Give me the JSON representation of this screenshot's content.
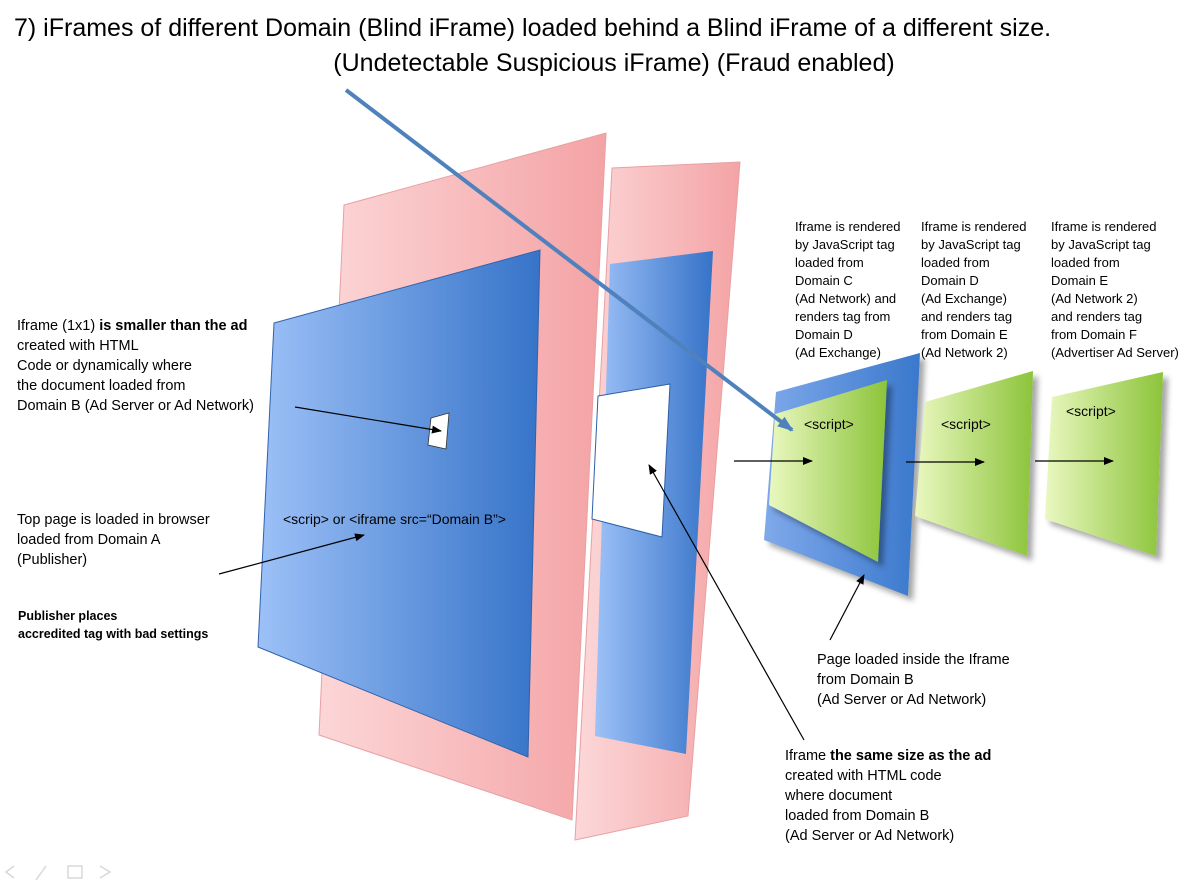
{
  "title": {
    "line1": "7) iFrames of different Domain (Blind iFrame) loaded behind a Blind iFrame  of a different size.",
    "line2": "(Undetectable Suspicious iFrame) (Fraud enabled)"
  },
  "labels": {
    "iframe_1x1": {
      "pre": "Iframe (1x1) ",
      "bold": "is smaller than the ad",
      "rest": "created with HTML\nCode or dynamically where\nthe document loaded from\nDomain B  (Ad Server or Ad Network)"
    },
    "top_page": "Top page is loaded in browser\nloaded from Domain A\n(Publisher)",
    "publisher_places": "Publisher places\n accredited tag with bad settings",
    "script_or_iframe": "<scrip> or <iframe src=“Domain B”>",
    "page_loaded": "Page loaded inside the Iframe\nfrom Domain B\n(Ad Server or Ad Network)",
    "iframe_same_size": {
      "pre": "Iframe ",
      "bold": "the same size as the ad",
      "rest": "created with HTML code\nwhere  document\nloaded from Domain B\n(Ad Server or Ad Network)"
    }
  },
  "columns": [
    "Iframe is rendered\nby JavaScript tag\nloaded from\nDomain C\n(Ad Network) and\nrenders tag from\nDomain D\n(Ad Exchange)",
    "Iframe  is rendered\nby JavaScript tag\nloaded from\nDomain D\n(Ad Exchange)\nand renders tag\nfrom Domain E\n(Ad Network 2)",
    "Iframe is rendered\nby JavaScript tag\nloaded from\nDomain E\n(Ad Network 2)\nand renders tag\nfrom Domain F\n(Advertiser Ad Server)"
  ],
  "script_tags": [
    "<script>",
    "<script>",
    "<script>"
  ],
  "colors": {
    "pink": "#f7a6a8",
    "blue_light": "#93b9f2",
    "blue_dark": "#3a78cc",
    "green_light": "#e4f5b4",
    "green_dark": "#8cc43a",
    "arrow_blue": "#4f81bd"
  }
}
